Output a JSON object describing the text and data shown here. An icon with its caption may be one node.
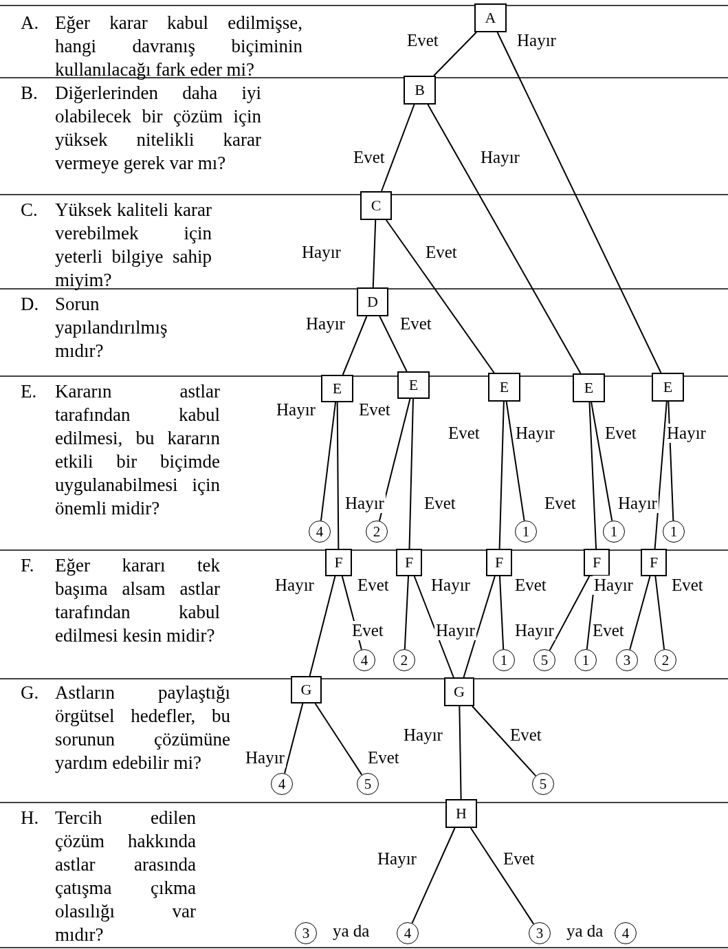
{
  "diagram": {
    "nodes": [
      {
        "text": [
          "A"
        ]
      },
      {
        "text": [
          "B"
        ]
      },
      {
        "text": [
          "C"
        ]
      },
      {
        "text": [
          "D"
        ]
      },
      {
        "text": [
          "E"
        ]
      },
      {
        "text": [
          "E"
        ]
      },
      {
        "text": [
          "E"
        ]
      },
      {
        "text": [
          "E"
        ]
      },
      {
        "text": [
          "E"
        ]
      },
      {
        "text": [
          "4"
        ]
      },
      {
        "text": [
          "2"
        ]
      },
      {
        "text": [
          "1"
        ]
      },
      {
        "text": [
          "1"
        ]
      },
      {
        "text": [
          "1"
        ]
      },
      {
        "text": [
          "F"
        ]
      },
      {
        "text": [
          "F"
        ]
      },
      {
        "text": [
          "F"
        ]
      },
      {
        "text": [
          "F"
        ]
      },
      {
        "text": [
          "F"
        ]
      },
      {
        "text": [
          "4"
        ]
      },
      {
        "text": [
          "2"
        ]
      },
      {
        "text": [
          "1"
        ]
      },
      {
        "text": [
          "5"
        ]
      },
      {
        "text": [
          "1"
        ]
      },
      {
        "text": [
          "3"
        ]
      },
      {
        "text": [
          "2"
        ]
      },
      {
        "text": [
          "G"
        ]
      },
      {
        "text": [
          "G"
        ]
      },
      {
        "text": [
          "4"
        ]
      },
      {
        "text": [
          "5"
        ]
      },
      {
        "text": [
          "5"
        ]
      },
      {
        "text": [
          "H"
        ]
      },
      {
        "text": [
          "3"
        ]
      },
      {
        "text": [
          "4"
        ]
      },
      {
        "text": [
          "3"
        ]
      },
      {
        "text": [
          "4"
        ]
      }
    ],
    "edges": [
      {
        "from": 0,
        "to": 1,
        "arrow": "none",
        "label": "Evet"
      },
      {
        "from": 0,
        "to": 8,
        "arrow": "none",
        "label": "Hayır"
      },
      {
        "from": 1,
        "to": 2,
        "arrow": "none",
        "label": "Evet"
      },
      {
        "from": 1,
        "to": 7,
        "arrow": "none",
        "label": "Hayır"
      },
      {
        "from": 2,
        "to": 3,
        "arrow": "none",
        "label": "Hayır"
      },
      {
        "from": 2,
        "to": 6,
        "arrow": "none",
        "label": "Evet"
      },
      {
        "from": 3,
        "to": 4,
        "arrow": "none",
        "label": "Hayır"
      },
      {
        "from": 3,
        "to": 5,
        "arrow": "none",
        "label": "Evet"
      },
      {
        "from": 4,
        "to": 9,
        "arrow": "none",
        "label": "Hayır"
      },
      {
        "from": 4,
        "to": 14,
        "arrow": "none",
        "label": "Evet"
      },
      {
        "from": 5,
        "to": 10,
        "arrow": "none",
        "label": "Hayır"
      },
      {
        "from": 5,
        "to": 15,
        "arrow": "none",
        "label": "Evet"
      },
      {
        "from": 6,
        "to": 16,
        "arrow": "none",
        "label": "Evet"
      },
      {
        "from": 6,
        "to": 11,
        "arrow": "none",
        "label": "Hayır"
      },
      {
        "from": 7,
        "to": 17,
        "arrow": "none",
        "label": "Evet"
      },
      {
        "from": 7,
        "to": 12,
        "arrow": "none",
        "label": "Hayır"
      },
      {
        "from": 8,
        "to": 18,
        "arrow": "none"
      },
      {
        "from": 8,
        "to": 13,
        "arrow": "none",
        "label": "Hayır"
      },
      {
        "from": 14,
        "to": 26,
        "arrow": "none",
        "label": "Hayır"
      },
      {
        "from": 14,
        "to": 19,
        "arrow": "none",
        "label": "Evet"
      },
      {
        "from": 15,
        "to": 20,
        "arrow": "none",
        "label": "Evet"
      },
      {
        "from": 15,
        "to": 27,
        "arrow": "none",
        "label": "Hayır"
      },
      {
        "from": 16,
        "to": 27,
        "arrow": "none",
        "label": "Hayır"
      },
      {
        "from": 16,
        "to": 21,
        "arrow": "none",
        "label": "Evet"
      },
      {
        "from": 17,
        "to": 22,
        "arrow": "none",
        "label": "Hayır"
      },
      {
        "from": 17,
        "to": 23,
        "arrow": "none",
        "label": "Evet"
      },
      {
        "from": 18,
        "to": 24,
        "arrow": "none",
        "label": "Hayır"
      },
      {
        "from": 18,
        "to": 25,
        "arrow": "none",
        "label": "Evet"
      },
      {
        "from": 26,
        "to": 28,
        "arrow": "none",
        "label": "Hayır"
      },
      {
        "from": 26,
        "to": 29,
        "arrow": "none",
        "label": "Evet"
      },
      {
        "from": 27,
        "to": 31,
        "arrow": "none",
        "label": "Hayır"
      },
      {
        "from": 27,
        "to": 30,
        "arrow": "none",
        "label": "Evet"
      },
      {
        "from": 31,
        "to": 33,
        "arrow": "none",
        "label": "Hayır"
      },
      {
        "from": 31,
        "to": 34,
        "arrow": "none",
        "label": "Evet"
      }
    ],
    "labels": [
      "A.",
      "Eğer karar kabul edilmişse, hangi davranış biçiminin kullanılacağı fark eder mi?",
      "B.",
      "Diğerlerinden daha iyi olabilecek bir çözüm için yüksek nitelikli karar vermeye gerek var mı?",
      "C.",
      "Yüksek kaliteli karar verebilmek için yeterli bilgiye sahip miyim?",
      "D.",
      "Sorun yapılandırılmış mıdır?",
      "E.",
      "Kararın astlar tarafından kabul edilmesi, bu kararın etkili bir biçimde uygulanabilmesi için önemli midir?",
      "F.",
      "Eğer kararı tek başıma alsam astlar tarafından kabul edilmesi kesin midir?",
      "G.",
      "Astların paylaştığı örgütsel hedefler, bu sorunun çözümüne yardım edebilir mi?",
      "H.",
      "Tercih edilen çözüm hakkında astlar arasında çatışma çıkma olasılığı var mıdır?",
      "Evet",
      "ya da",
      "ya da"
    ]
  }
}
